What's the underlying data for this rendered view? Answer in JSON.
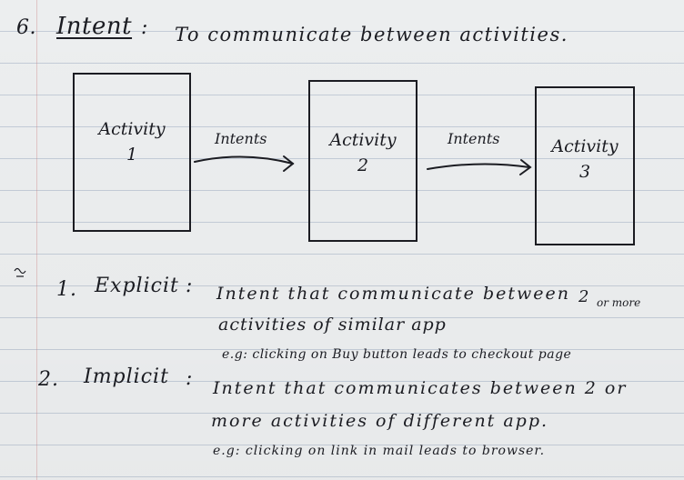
{
  "heading": {
    "number": "6.",
    "term": "Intent",
    "colon": ":",
    "definition": "To communicate between activities."
  },
  "diagram": {
    "activities": [
      {
        "name": "Activity",
        "number": "1"
      },
      {
        "name": "Activity",
        "number": "2"
      },
      {
        "name": "Activity",
        "number": "3"
      }
    ],
    "arrows": [
      "Intents",
      "Intents"
    ]
  },
  "types": [
    {
      "index": "1.",
      "name": "Explicit",
      "separator": ":",
      "definition": "Intent that communicate between",
      "definition_tail": "2",
      "definition_small": "or more",
      "definition_line2": "activities of similar app",
      "example": "e.g: clicking on Buy button leads to checkout page"
    },
    {
      "index": "2.",
      "name": "Implicit",
      "separator": ":",
      "definition": "Intent that communicates between 2 or",
      "definition_line2": "more activities of different app.",
      "example": "e.g: clicking on link in mail leads to browser."
    }
  ]
}
